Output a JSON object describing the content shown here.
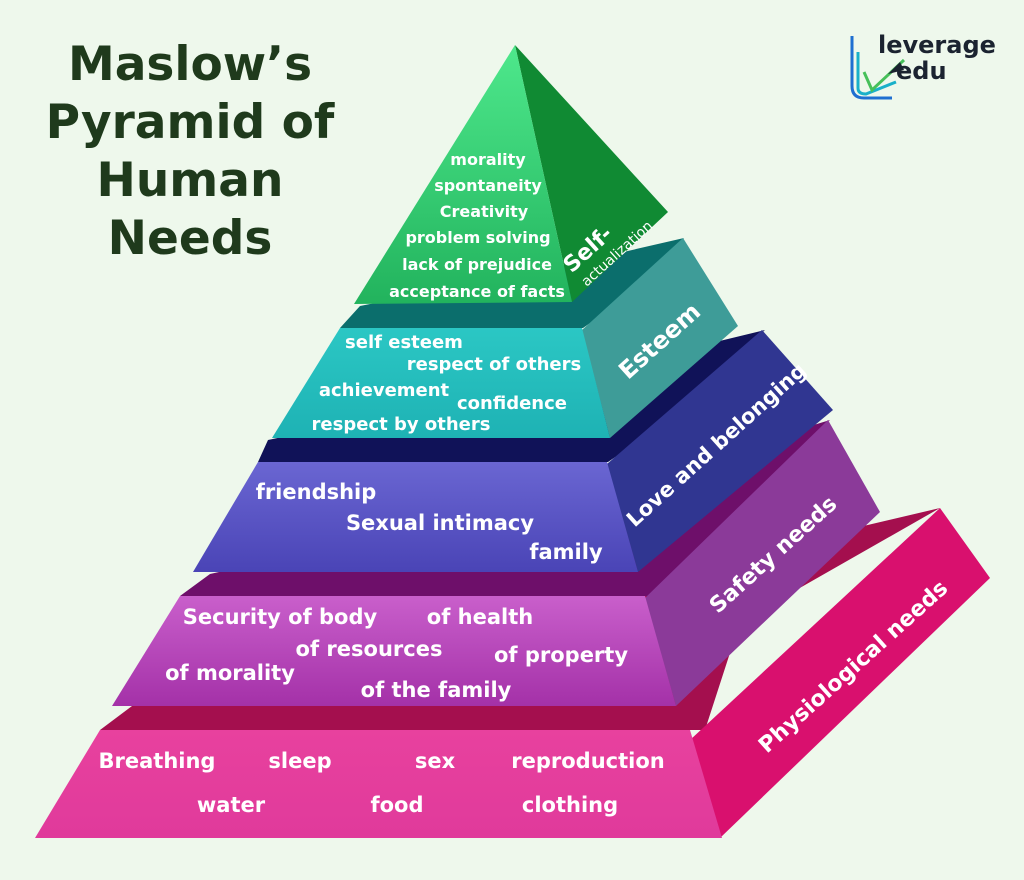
{
  "title": "Maslow’s Pyramid of Human Needs",
  "title_lines": [
    "Maslow’s",
    "Pyramid of",
    "Human",
    "Needs"
  ],
  "logo": {
    "line1": "leverage",
    "line2": "edu"
  },
  "levels": [
    {
      "key": "self",
      "label_lines": [
        "Self-",
        "actualization"
      ],
      "items": [
        "morality",
        "spontaneity",
        "Creativity",
        "problem solving",
        "lack of prejudice",
        "acceptance of facts"
      ],
      "colors": {
        "front": "#22b35d",
        "front_light": "#4ee88c",
        "side": "#108a33",
        "top": "#0e6d36"
      }
    },
    {
      "key": "esteem",
      "label_lines": [
        "Esteem"
      ],
      "items": [
        "self esteem",
        "respect of others",
        "achievement",
        "confidence",
        "respect by others"
      ],
      "colors": {
        "front": "#1eb2b4",
        "front_light": "#2bc7c4",
        "side": "#3e9c98",
        "top": "#0b6e6c"
      }
    },
    {
      "key": "love",
      "label_lines": [
        "Love and belonging"
      ],
      "items": [
        "friendship",
        "Sexual intimacy",
        "family"
      ],
      "colors": {
        "front": "#4a44b6",
        "front_light": "#6a66d2",
        "side": "#303691",
        "top": "#101258"
      }
    },
    {
      "key": "safety",
      "label_lines": [
        "Safety needs"
      ],
      "items": [
        "Security of body",
        "of health",
        "of resources",
        "of property",
        "of morality",
        "of the family"
      ],
      "colors": {
        "front": "#a431a8",
        "front_light": "#c95fcb",
        "side": "#8b3a99",
        "top": "#6e0f6a"
      }
    },
    {
      "key": "physio",
      "label_lines": [
        "Physiological needs"
      ],
      "items": [
        "Breathing",
        "sleep",
        "sex",
        "reproduction",
        "water",
        "food",
        "clothing"
      ],
      "colors": {
        "front": "#e03a9b",
        "front_light": "#e8419e",
        "side": "#d9106e",
        "top": "#a40f4e"
      }
    }
  ]
}
